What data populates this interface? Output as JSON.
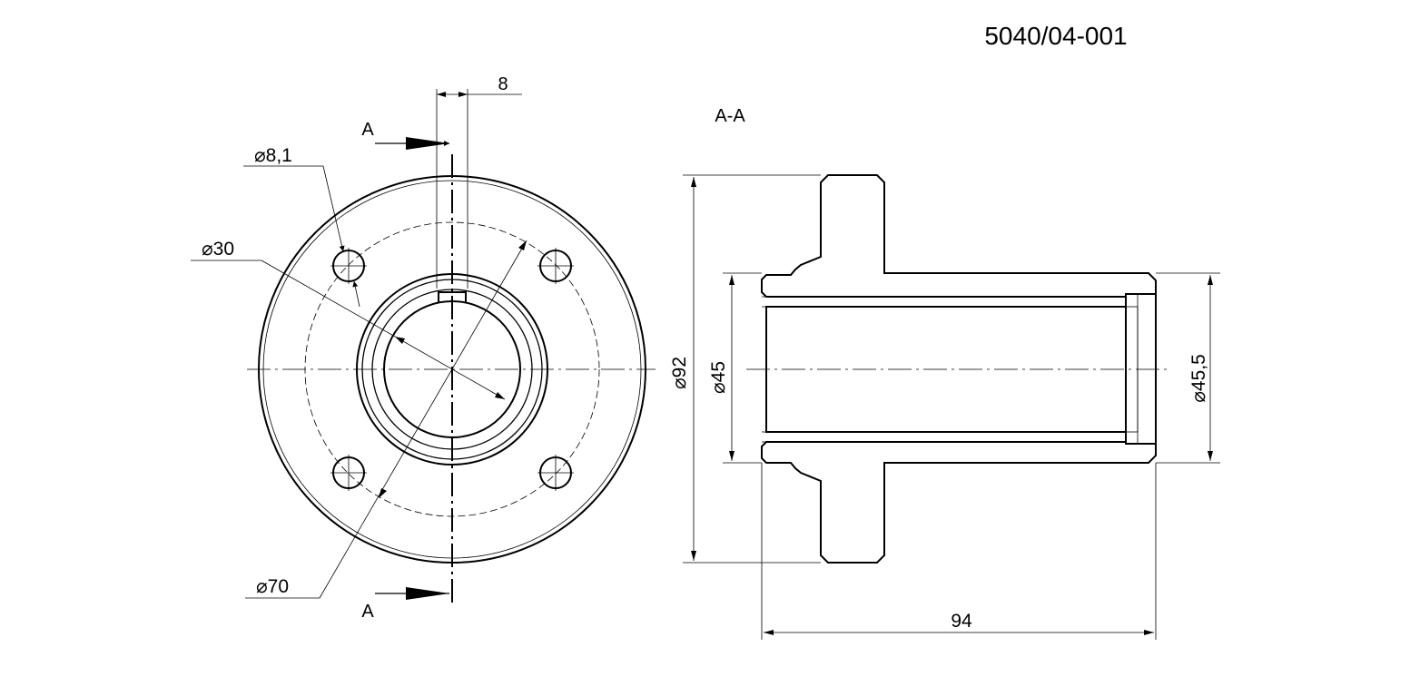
{
  "drawing": {
    "number": "5040/04-001",
    "section_label": "A-A",
    "cut_labels": [
      "A",
      "A"
    ],
    "front_view": {
      "keyway_width": "8",
      "hole_diameter": "8,1",
      "bore_diameter": "30",
      "bolt_circle_diameter": "70"
    },
    "section_view": {
      "flange_diameter": "92",
      "body_diameter": "45",
      "bore_diameter": "45,5",
      "length": "94"
    },
    "diameter_symbol": "⌀"
  }
}
